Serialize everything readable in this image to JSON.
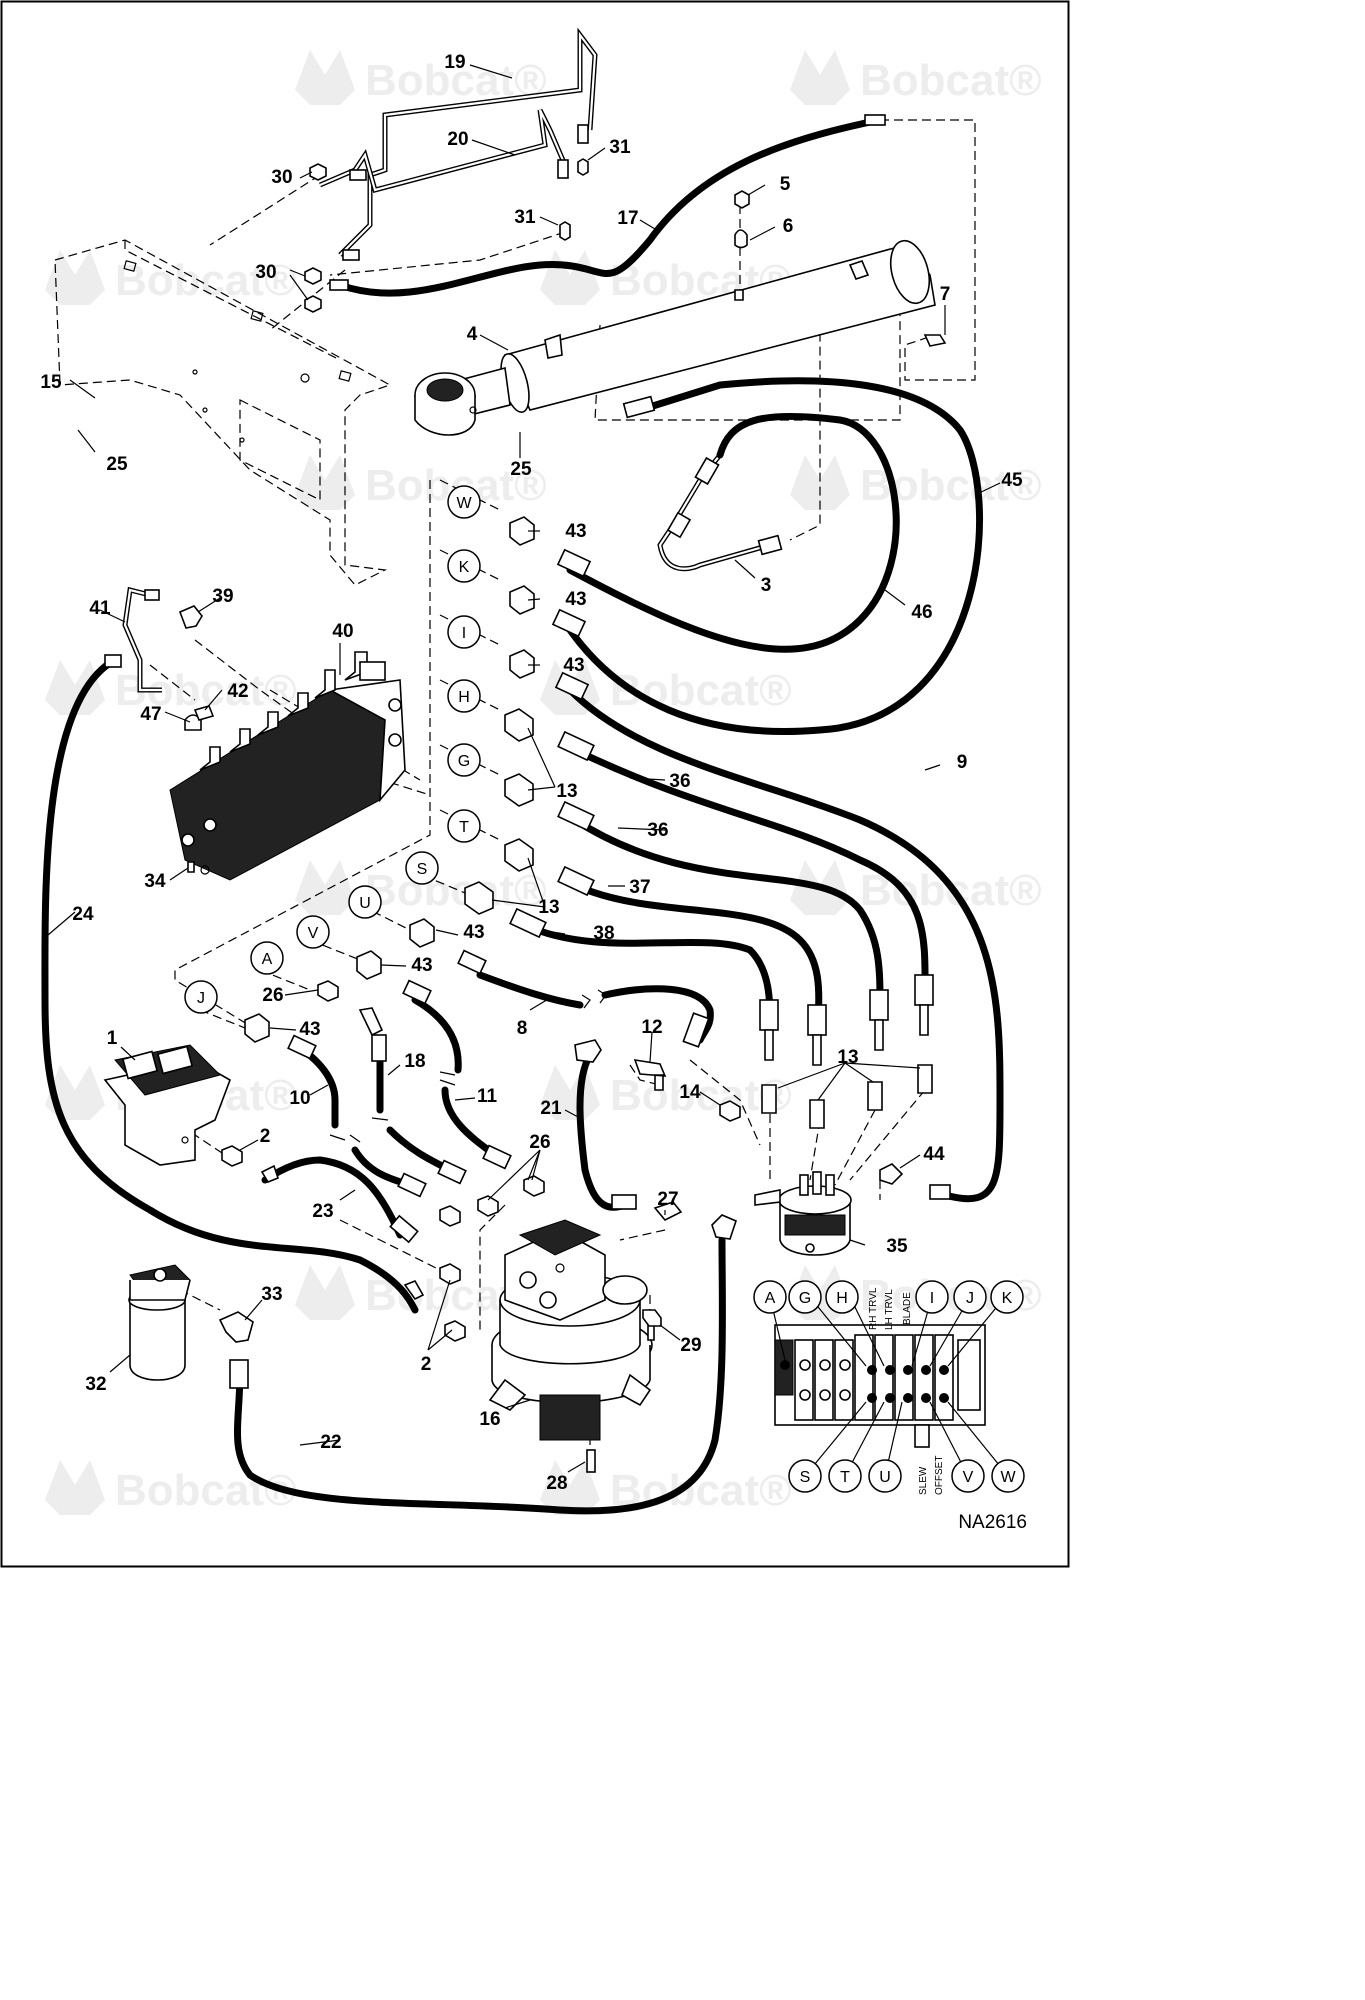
{
  "watermark": {
    "brand": "Bobcat",
    "registered": "®"
  },
  "drawing_code": "NA2616",
  "callouts": [
    "1",
    "2",
    "3",
    "4",
    "5",
    "6",
    "7",
    "8",
    "9",
    "10",
    "11",
    "12",
    "13",
    "14",
    "15",
    "16",
    "17",
    "18",
    "19",
    "20",
    "21",
    "22",
    "23",
    "24",
    "25",
    "26",
    "27",
    "28",
    "29",
    "30",
    "31",
    "32",
    "33",
    "34",
    "35",
    "36",
    "37",
    "38",
    "39",
    "40",
    "41",
    "42",
    "43",
    "44",
    "45",
    "46",
    "47"
  ],
  "port_letters": [
    "W",
    "K",
    "I",
    "H",
    "G",
    "T",
    "S",
    "U",
    "V",
    "A",
    "J"
  ],
  "valve_legend": {
    "top_ports": [
      "A",
      "G",
      "H",
      "I",
      "J",
      "K"
    ],
    "bottom_ports": [
      "S",
      "T",
      "U",
      "V",
      "W"
    ],
    "function_labels": {
      "rh_travel": "RH TRVL",
      "lh_travel": "LH TRVL",
      "blade": "BLADE",
      "slew": "SLEW",
      "offset": "OFFSET"
    }
  }
}
